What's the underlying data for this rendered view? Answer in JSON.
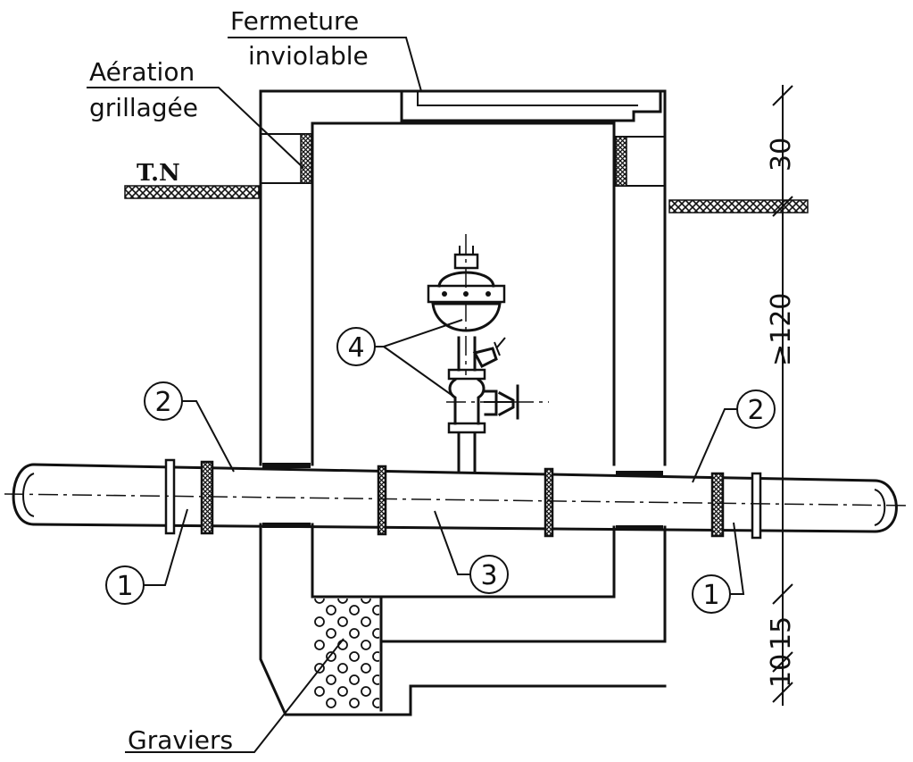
{
  "labels": {
    "fermeture_line1": "Fermeture",
    "fermeture_line2": "inviolable",
    "aeration_line1": "Aération",
    "aeration_line2": "grillagée",
    "terrain": "T.N",
    "graviers": "Graviers"
  },
  "markers": {
    "m1_left": "1",
    "m1_right": "1",
    "m2_left": "2",
    "m2_right": "2",
    "m3": "3",
    "m4": "4"
  },
  "dimensions": {
    "top": "30",
    "middle": "≥120",
    "bottom_a": "15",
    "bottom_b": "10"
  }
}
